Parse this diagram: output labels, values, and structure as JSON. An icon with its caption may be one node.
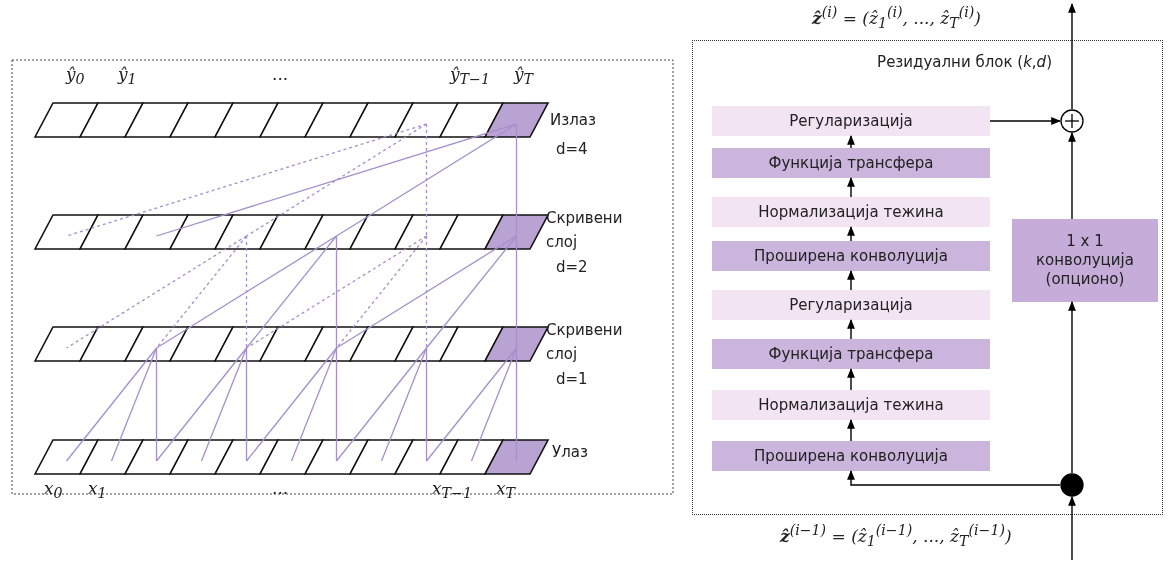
{
  "diagram": {
    "nodes": [
      {
        "text": [
          "Резидуални блок (*k*,*d*)"
        ]
      },
      {
        "text": [
          "Регуларизација"
        ],
        "in": 0
      },
      {
        "text": [
          "Функција трансфера"
        ],
        "in": 0
      },
      {
        "text": [
          "Нормализација тежина"
        ],
        "in": 0
      },
      {
        "text": [
          "Проширена конволуција"
        ],
        "in": 0
      },
      {
        "text": [
          "Регуларизација"
        ],
        "in": 0
      },
      {
        "text": [
          "Функција трансфера"
        ],
        "in": 0
      },
      {
        "text": [
          "Нормализација тежина"
        ],
        "in": 0
      },
      {
        "text": [
          "Проширена конволуција"
        ],
        "in": 0
      },
      {
        "text": [
          "1 x 1 конволуција (опционо)"
        ],
        "in": 0
      },
      {
        "text": [],
        "shape": "circle",
        "in": 0
      },
      {
        "text": [],
        "shape": "circle",
        "in": 0
      }
    ],
    "edges": [
      {
        "from": 8,
        "to": 7,
        "arrow": "to"
      },
      {
        "from": 7,
        "to": 6,
        "arrow": "to"
      },
      {
        "from": 6,
        "to": 5,
        "arrow": "to"
      },
      {
        "from": 5,
        "to": 4,
        "arrow": "to"
      },
      {
        "from": 4,
        "to": 3,
        "arrow": "to"
      },
      {
        "from": 3,
        "to": 2,
        "arrow": "to"
      },
      {
        "from": 2,
        "to": 1,
        "arrow": "to"
      },
      {
        "from": 11,
        "to": 8,
        "arrow": "to"
      },
      {
        "from": 11,
        "to": 9,
        "arrow": "to"
      },
      {
        "from": 9,
        "to": 10,
        "arrow": "to"
      },
      {
        "from": 1,
        "to": 10,
        "arrow": "to"
      },
      {
        "from": 10,
        "to": null,
        "arrow": "to"
      },
      {
        "from": null,
        "to": 11,
        "arrow": "to"
      }
    ],
    "labels": [
      "ŷ$_{0}$",
      "ŷ$_{1}$",
      "...",
      "ŷ$_{T−1}$",
      "ŷ$_{T}$",
      "Излаз",
      "d=4",
      "Скривени слој",
      "d=2",
      "Скривени слој",
      "d=1",
      "Улаз",
      "x$_{0}$",
      "x$_{1}$",
      "...",
      "x$_{T−1}$",
      "x$_{T}$",
      "**ẑ**$^{(i)}$ = (ẑ$_{1}$$^{(i)}$, ..., ẑ$_{T}$$^{(i)}$)",
      "**ẑ**$^{(i−1)}$ = (ẑ$_{1}$$^{(i−1)}$, ..., ẑ$_{T}$$^{(i−1)}$)"
    ]
  }
}
